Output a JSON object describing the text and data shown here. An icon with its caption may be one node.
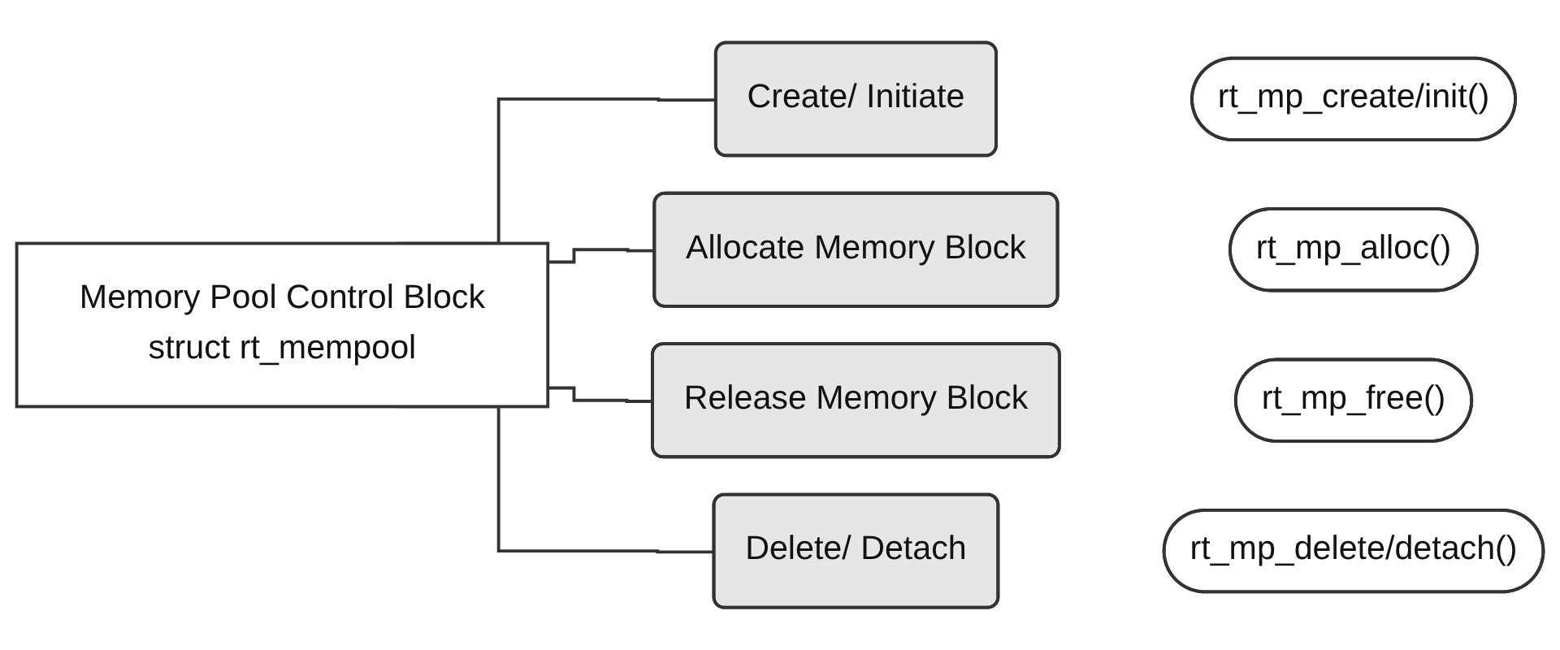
{
  "diagram": {
    "nodes": [
      {
        "text": [
          "Memory Pool Control Block",
          "struct rt_mempool"
        ]
      },
      {
        "text": [
          "Create/ Initiate"
        ]
      },
      {
        "text": [
          "Allocate Memory Block"
        ]
      },
      {
        "text": [
          "Release Memory Block"
        ]
      },
      {
        "text": [
          "Delete/ Detach"
        ]
      },
      {
        "text": [
          "rt_mp_create/init()"
        ]
      },
      {
        "text": [
          "rt_mp_alloc()"
        ]
      },
      {
        "text": [
          "rt_mp_free()"
        ]
      },
      {
        "text": [
          "rt_mp_delete/detach()"
        ]
      }
    ],
    "edges": [
      {
        "from": 0,
        "to": 1,
        "arrow": "none"
      },
      {
        "from": 0,
        "to": 2,
        "arrow": "none"
      },
      {
        "from": 0,
        "to": 3,
        "arrow": "none"
      },
      {
        "from": 0,
        "to": 4,
        "arrow": "none"
      }
    ]
  }
}
